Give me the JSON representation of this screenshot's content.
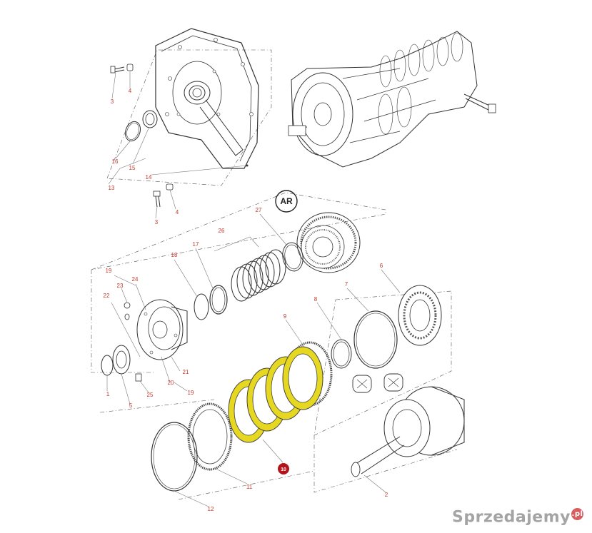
{
  "diagram": {
    "top_badge": "AR",
    "highlight_callout": "10",
    "highlight_color": "#e6d820",
    "label_color": "#c0392b",
    "callout_color": "#b3141b",
    "labels": {
      "l3a": "3",
      "l4a": "4",
      "l16": "16",
      "l15": "15",
      "l14": "14",
      "l13": "13",
      "l4b": "4",
      "l3b": "3",
      "l27": "27",
      "l26": "26",
      "l17": "17",
      "l18": "18",
      "l19a": "19",
      "l24": "24",
      "l23": "23",
      "l22": "22",
      "l8": "8",
      "l7": "7",
      "l6": "6",
      "l9": "9",
      "l21": "21",
      "l20": "20",
      "l19b": "19",
      "l1": "1",
      "l5": "5",
      "l25": "25",
      "l11": "11",
      "l12": "12",
      "l2": "2"
    }
  },
  "watermark": {
    "text": "Sprzedajemy",
    "badge": ".pl"
  }
}
